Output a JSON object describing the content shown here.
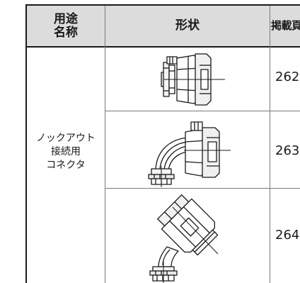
{
  "table": {
    "header": {
      "name_line1": "用途",
      "name_line2": "名称",
      "shape": "形状",
      "page": "掲載頁"
    },
    "product": {
      "line1": "ノックアウト",
      "line2": "接続用",
      "line3": "コネクタ"
    },
    "rows": [
      {
        "illustration": "straight-connector-icon",
        "page": "262"
      },
      {
        "illustration": "90-degree-elbow-connector-icon",
        "page": "263"
      },
      {
        "illustration": "45-degree-elbow-connector-icon",
        "page": "264"
      }
    ]
  }
}
